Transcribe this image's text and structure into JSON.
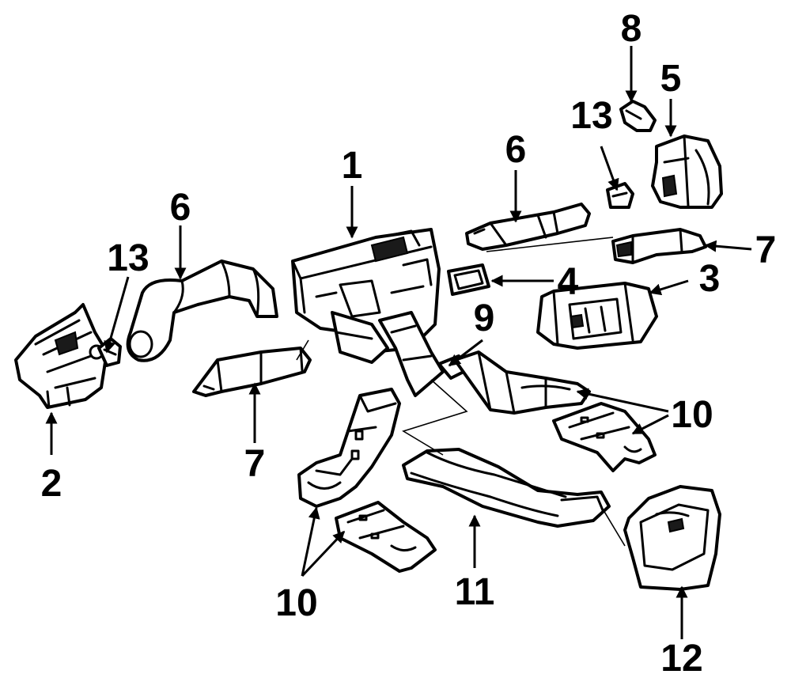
{
  "callouts": {
    "c1": "1",
    "c2": "2",
    "c3": "3",
    "c4": "4",
    "c5": "5",
    "c6a": "6",
    "c6b": "6",
    "c7a": "7",
    "c7b": "7",
    "c8": "8",
    "c9": "9",
    "c10a": "10",
    "c10b": "10",
    "c11": "11",
    "c12": "12",
    "c13a": "13",
    "c13b": "13"
  }
}
